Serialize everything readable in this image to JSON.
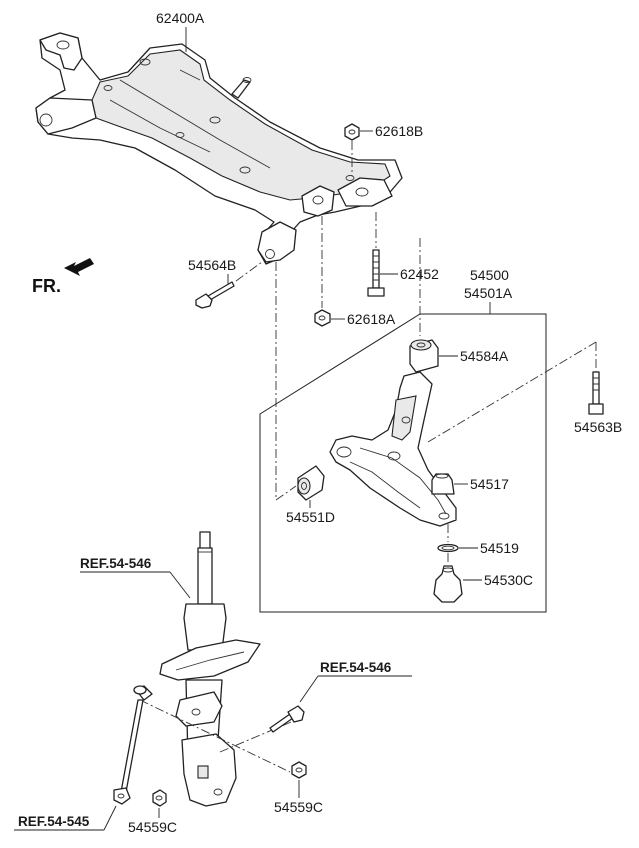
{
  "fr_label": "FR.",
  "labels": {
    "crossmember": "62400A",
    "nut_62618b": "62618B",
    "bolt_54564b": "54564B",
    "bolt_62452": "62452",
    "nut_62618a": "62618A",
    "arm_assy_1": "54500",
    "arm_assy_2": "54501A",
    "bushing_54584a": "54584A",
    "bolt_54563b": "54563B",
    "bushing_54551d": "54551D",
    "dust_cover_54517": "54517",
    "snap_ring_54519": "54519",
    "ball_joint_54530c": "54530C",
    "nut_54559c_left": "54559C",
    "nut_54559c_right": "54559C"
  },
  "refs": {
    "strut_ref": "REF.54-546",
    "bracket_ref": "REF.54-546",
    "link_ref": "REF.54-545"
  }
}
